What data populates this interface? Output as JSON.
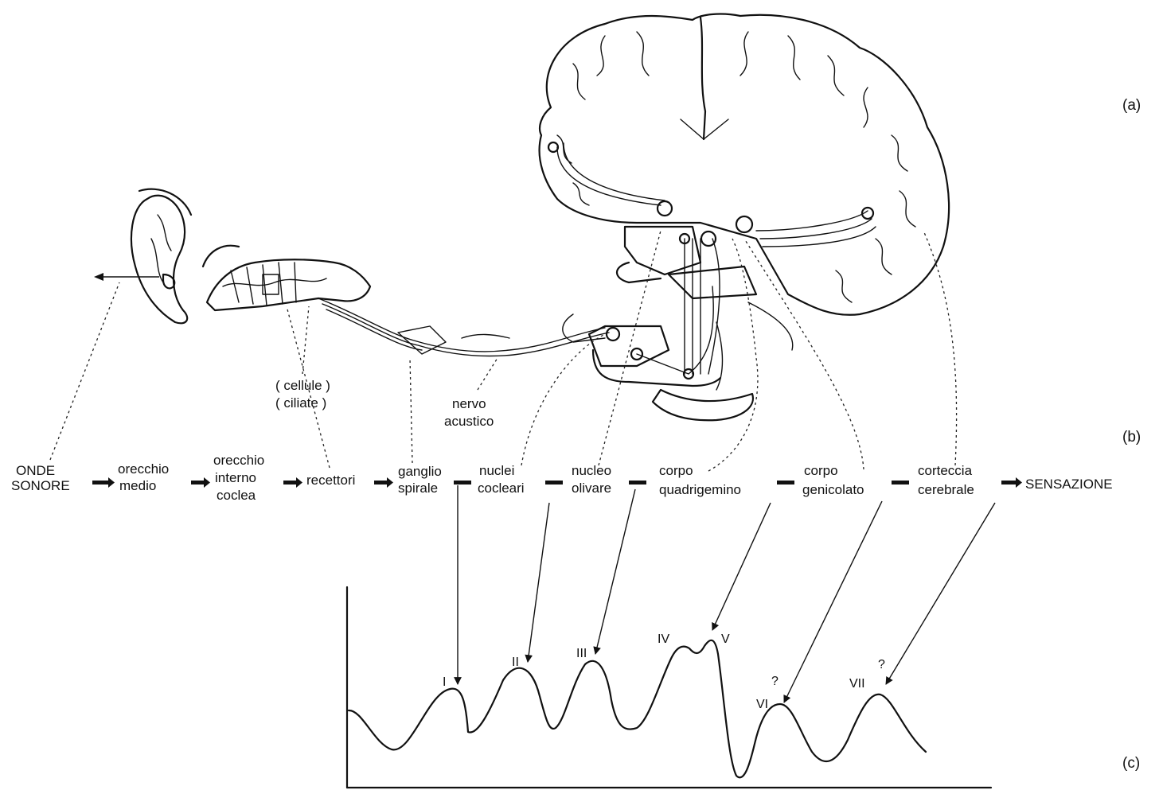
{
  "panel_labels": {
    "a": "(a)",
    "b": "(b)",
    "c": "(c)"
  },
  "anatomy_labels": {
    "cellule": "( cellule )",
    "ciliate": "( ciliate )",
    "nervo": "nervo",
    "acustico": "acustico"
  },
  "chain": {
    "onde_1": "ONDE",
    "onde_2": "SONORE",
    "medio_1": "orecchio",
    "medio_2": "medio",
    "interno_1": "orecchio",
    "interno_2": "interno",
    "interno_3": "coclea",
    "recettori": "recettori",
    "ganglio_1": "ganglio",
    "ganglio_2": "spirale",
    "nuclei_1": "nuclei",
    "nuclei_2": "cocleari",
    "olivare_1": "nucleo",
    "olivare_2": "olivare",
    "quad_1": "corpo",
    "quad_2": "quadrigemino",
    "genic_1": "corpo",
    "genic_2": "genicolato",
    "cort_1": "corteccia",
    "cort_2": "cerebrale",
    "sensazione": "SENSAZIONE"
  },
  "waves": {
    "w1": "I",
    "w2": "II",
    "w3": "III",
    "w4": "IV",
    "w5": "V",
    "w6": "VI",
    "w7": "VII",
    "q6": "?",
    "q7": "?"
  }
}
